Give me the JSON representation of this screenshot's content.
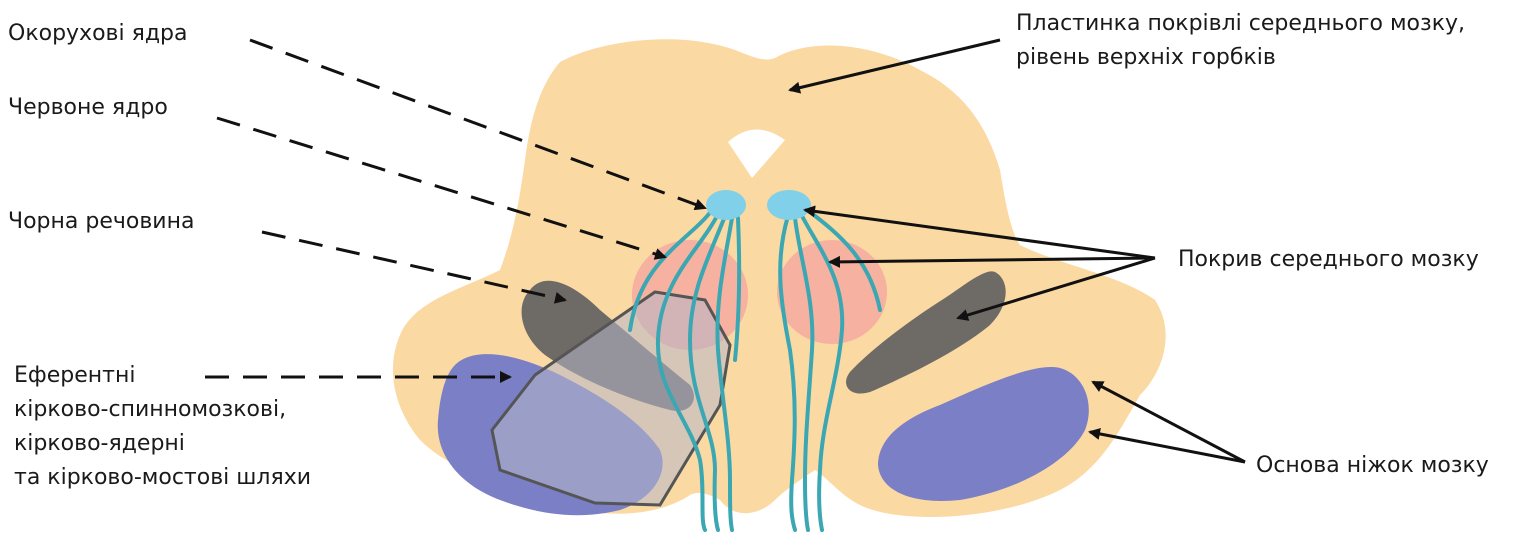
{
  "labels": {
    "oculomotor_nuclei": "Окорухові ядра",
    "red_nucleus": "Червоне ядро",
    "substantia_nigra": "Чорна речовина",
    "efferent_1": "Еферентні",
    "efferent_2": "кірково-спинномозкові,",
    "efferent_3": "кірково-ядерні",
    "efferent_4": "та кірково-мостові шляхи",
    "tectum_1": "Пластинка покрівлі середнього мозку,",
    "tectum_2": "рівень верхніх горбків",
    "tegmentum": "Покрив середнього мозку",
    "peduncle_base": "Основа ніжок мозку"
  },
  "colors": {
    "brainstem": "#fbd9a3",
    "oculomotor": "#7fd0e8",
    "red_nucleus": "#f4a9a0",
    "substantia_nigra": "#6e6a66",
    "crus_cerebri": "#7b80c6",
    "fibers": "#3aa7b3",
    "line": "#111111"
  }
}
